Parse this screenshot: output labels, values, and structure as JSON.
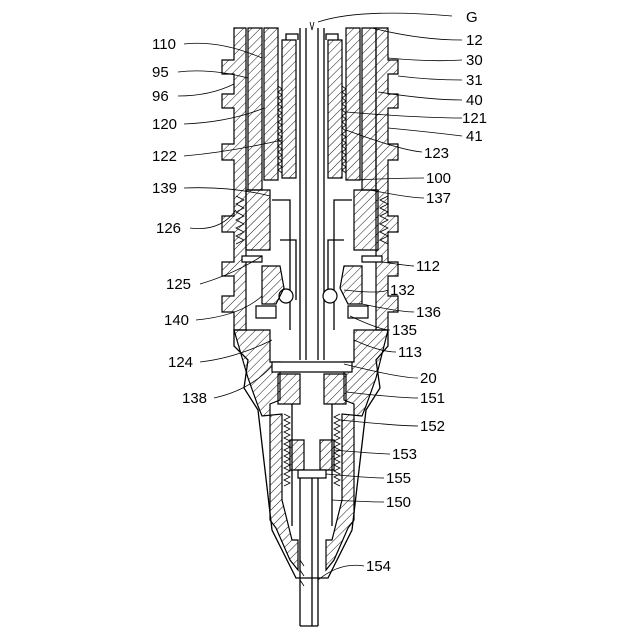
{
  "figure": {
    "labels": {
      "G": "G",
      "l12": "12",
      "l30": "30",
      "l31": "31",
      "l40": "40",
      "l121": "121",
      "l41": "41",
      "l123": "123",
      "l100": "100",
      "l137": "137",
      "l112": "112",
      "l132": "132",
      "l136": "136",
      "l135": "135",
      "l113": "113",
      "l20": "20",
      "l151": "151",
      "l152": "152",
      "l153": "153",
      "l155": "155",
      "l150": "150",
      "l154": "154",
      "l110": "110",
      "l95": "95",
      "l96": "96",
      "l120": "120",
      "l122": "122",
      "l139": "139",
      "l126": "126",
      "l125": "125",
      "l140": "140",
      "l124": "124",
      "l138": "138"
    }
  }
}
